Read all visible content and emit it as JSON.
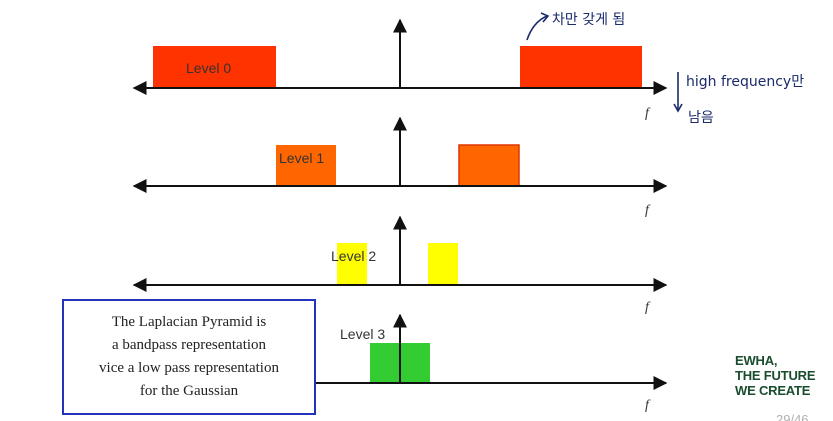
{
  "colors": {
    "level0": "#ff3300",
    "level1": "#ff6600",
    "level2": "#ffff00",
    "level3": "#33cc33",
    "axis": "#111111",
    "note_border": "#2233bb",
    "brand": "#1a4d2e",
    "handwriting": "#1a2a6a"
  },
  "levels": [
    {
      "label": "Level 0",
      "axis_label": "f"
    },
    {
      "label": "Level 1",
      "axis_label": "f"
    },
    {
      "label": "Level 2",
      "axis_label": "f"
    },
    {
      "label": "Level 3",
      "axis_label": "f"
    }
  ],
  "annotations": {
    "top": "차만 갖게 됨",
    "right_line1": "high frequency만",
    "right_line2": "남음"
  },
  "note": {
    "line1": "The Laplacian Pyramid is",
    "line2": "a bandpass representation",
    "line3": "vice a low pass representation",
    "line4": "for the Gaussian"
  },
  "brand": {
    "line1": "EWHA,",
    "line2": "THE FUTURE",
    "line3": "WE CREATE"
  },
  "page": {
    "number": "29/46"
  }
}
